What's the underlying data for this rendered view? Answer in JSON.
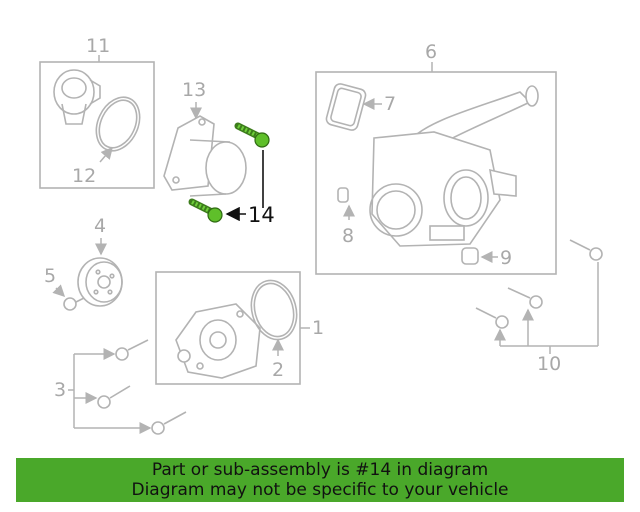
{
  "diagram": {
    "callouts": {
      "c1": "1",
      "c2": "2",
      "c3": "3",
      "c4": "4",
      "c5": "5",
      "c6": "6",
      "c7": "7",
      "c8": "8",
      "c9": "9",
      "c10": "10",
      "c11": "11",
      "c12": "12",
      "c13": "13",
      "c14": "14"
    },
    "highlight_color": "#5fbf2a",
    "line_color": "#b3b3b3"
  },
  "banner": {
    "line1": "Part or sub-assembly is #14 in diagram",
    "line2": "Diagram may not be specific to your vehicle",
    "color": "#4aa82a"
  }
}
